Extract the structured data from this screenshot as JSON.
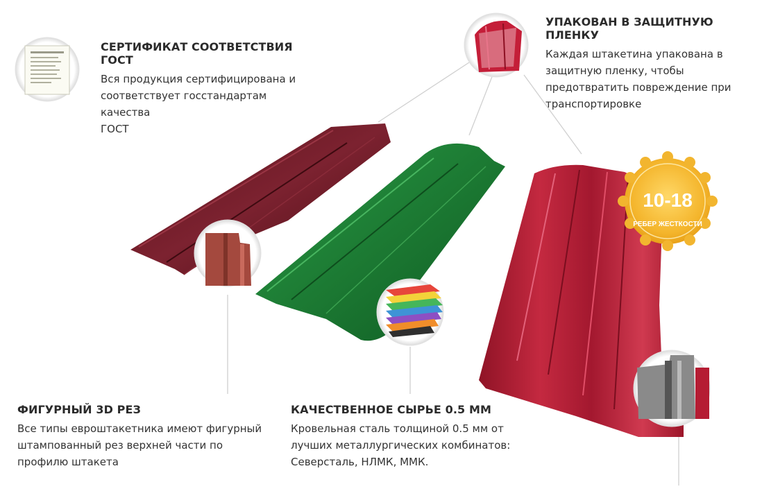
{
  "features": {
    "certificate": {
      "title": "СЕРТИФИКАТ СООТВЕТСТВИЯ ГОСТ",
      "lines": [
        "Вся продукция сертифицирована и",
        "соответствует госстандартам качества",
        "ГОСТ"
      ]
    },
    "packaging": {
      "title": "УПАКОВАН В ЗАЩИТНУЮ ПЛЕНКУ",
      "lines": [
        "Каждая штакетина упакована в",
        "защитную пленку, чтобы",
        "предотвратить повреждение при",
        "транспортировке"
      ]
    },
    "cut": {
      "title": "ФИГУРНЫЙ 3D РЕЗ",
      "lines": [
        "Все типы евроштакетника имеют фигурный",
        "штампованный рез верхней части по",
        "профилю штакета"
      ]
    },
    "steel": {
      "title": "КАЧЕСТВЕННОЕ СЫРЬЕ 0.5 ММ",
      "lines": [
        "Кровельная сталь толщиной 0.5 мм от",
        "лучших металлургических комбинатов:",
        "Северсталь, НЛМК, ММК."
      ]
    }
  },
  "badge": {
    "number": "10-18",
    "caption": "РЕБЕР ЖЕСТКОСТИ"
  },
  "colors": {
    "maroon": "#6e1a24",
    "green": "#1f7a35",
    "red": "#b51c33",
    "gold": "#f2b52f"
  },
  "icons": [
    "certificate-document-icon",
    "packaging-film-icon",
    "profile-cut-icon",
    "steel-layers-icon",
    "rib-profile-icon"
  ]
}
